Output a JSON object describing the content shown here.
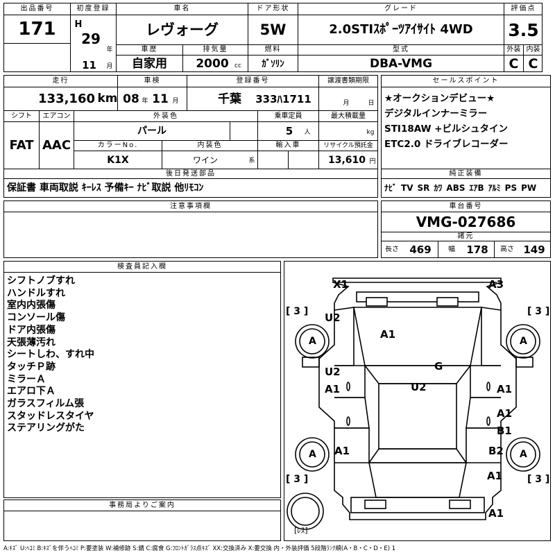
{
  "header": {
    "lot_label": "出品番号",
    "lot_value": "171",
    "first_reg_label": "初度登録",
    "era": "H",
    "year": "29",
    "year_unit": "年",
    "month": "11",
    "month_unit": "月",
    "car_name_label": "車名",
    "car_name": "レヴォーグ",
    "door_label": "ドア形状",
    "door": "5W",
    "grade_label": "グレード",
    "grade": "2.0STIｽﾎﾟｰﾂｱｲｻｲﾄ 4WD",
    "score_label": "評価点",
    "score": "3.5",
    "history_label": "車歴",
    "history": "自家用",
    "displacement_label": "排気量",
    "displacement": "2000",
    "cc": "cc",
    "fuel_label": "燃料",
    "fuel": "ｶﾞｿﾘﾝ",
    "model_label": "型式",
    "model": "DBA-VMG",
    "exterior_label": "外装",
    "exterior": "C",
    "interior_label": "内装",
    "interior": "C"
  },
  "row2": {
    "mileage_label": "走行",
    "mileage": "133,160",
    "km": "km",
    "inspection_label": "車検",
    "insp_year": "08",
    "insp_year_unit": "年",
    "insp_month": "11",
    "insp_month_unit": "月",
    "reg_label": "登録番号",
    "reg_area": "千葉",
    "reg_no": "333ﾊ1711",
    "transfer_label": "譲渡書類期限",
    "transfer_month": "月",
    "transfer_day": "日",
    "shift_label": "シフト",
    "shift": "FAT",
    "ac_label": "エアコン",
    "ac": "AAC",
    "ext_color_label": "外装色",
    "ext_color": "パール",
    "capacity_label": "乗車定員",
    "capacity": "5",
    "capacity_unit": "人",
    "max_load_label": "最大積載量",
    "max_load_unit": "kg",
    "color_no_label": "カラーNo.",
    "color_no": "K1X",
    "int_color_label": "内装色",
    "int_color": "ワイン",
    "int_color_unit": "系",
    "import_label": "輸入車",
    "recycle_label": "リサイクル預託金",
    "recycle": "13,610",
    "recycle_unit": "円"
  },
  "sales": {
    "label": "セールスポイント",
    "lines": [
      "★オークションデビュー★",
      "デジタルインナーミラー",
      "STI18AW +ビルシュタイン",
      "ETC2.0 ドライブレコーダー"
    ]
  },
  "later_parts": {
    "label": "後日発送部品",
    "value": "保証書 車両取説 ｷｰﾚｽ 予備ｷｰ ﾅﾋﾞ取説 他ﾘﾓｺﾝ"
  },
  "equipment": {
    "label": "純正装備",
    "items": [
      "ﾅﾋﾞ",
      "TV",
      "SR",
      "ｶﾜ",
      "ABS",
      "ｴｱB",
      "ｱﾙﾐ",
      "PS",
      "PW"
    ]
  },
  "notes": {
    "label": "注意事項欄"
  },
  "chassis": {
    "label": "車台番号",
    "value": "VMG-027686",
    "dims_label": "諸元",
    "length_label": "長さ",
    "length": "469",
    "width_label": "幅",
    "width": "178",
    "height_label": "高さ",
    "height": "149"
  },
  "inspector": {
    "label": "検査員記入欄",
    "lines": [
      "シフトノブすれ",
      "ハンドルすれ",
      "室内内張傷",
      "コンソール傷",
      "ドア内張傷",
      "天張薄汚れ",
      "シートしわ、すれ中",
      "タッチＰ跡",
      "ミラーＡ",
      "エアロ下Ａ",
      "ガラスフィルム張",
      "スタッドレスタイヤ",
      "ステアリングがた"
    ]
  },
  "office": {
    "label": "事務局よりご案内"
  },
  "diagram": {
    "points": {
      "x1": "X1",
      "a3": "A3",
      "u2_tl": "U2",
      "a1_hood": "A1",
      "u2_l": "U2",
      "a1_l": "A1",
      "g": "G",
      "u2_c": "U2",
      "a1_r1": "A1",
      "a1_r2": "A1",
      "b1_r": "B1",
      "a1_lr": "A1",
      "b2_r": "B2",
      "a1_rr": "A1",
      "a1_bot": "A1"
    },
    "tires": {
      "fl": "A",
      "fr": "A",
      "rl": "A",
      "rr": "A"
    },
    "tread": {
      "fl": "[ 3 ]",
      "fr": "[ 3 ]",
      "rl": "[ 3 ]",
      "rr": "[ 3 ]"
    },
    "spare": "[ﾚｽ]"
  },
  "legend": "A:ｷｽﾞ U:ﾍｺﾐ B:ｷｽﾞを伴うﾍｺﾐ P:要塗装 W:補修跡 S:錆 C:腐食 G:ﾌﾛﾝﾄｶﾞﾗｽ点ｷｽﾞ XX:交換済み X:要交換 内・外装評価 5段階ﾗﾝｸ順(A・B・C・D・E) 1"
}
